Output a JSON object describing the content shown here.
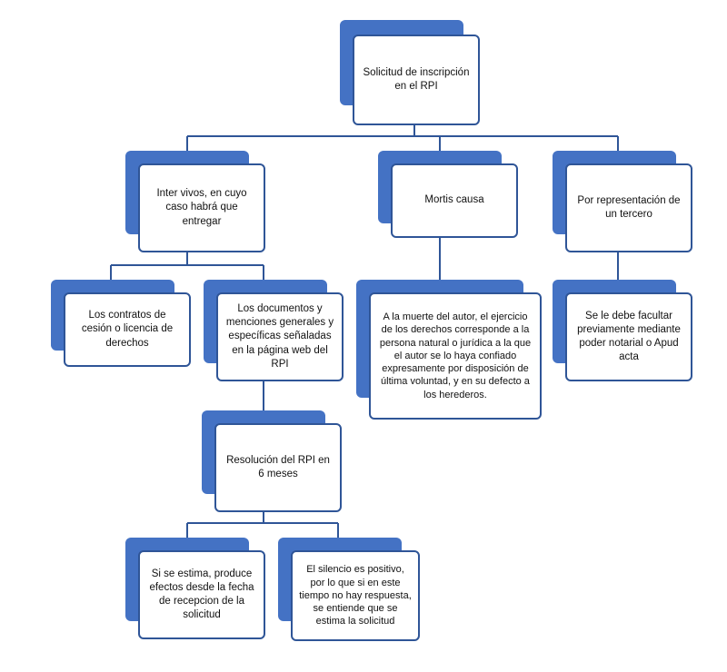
{
  "colors": {
    "accent": "#4472c4",
    "border": "#2f5597",
    "line": "#2f5597"
  },
  "nodes": {
    "root": "Solicitud de inscripción en el RPI",
    "inter_vivos": "Inter vivos, en cuyo caso habrá que entregar",
    "mortis_causa": "Mortis causa",
    "representacion": "Por representación de un tercero",
    "contratos": "Los contratos de cesión o licencia de derechos",
    "documentos": "Los documentos y menciones generales y específicas señaladas en la página web del RPI",
    "muerte_autor": "A la muerte del autor, el ejercicio de los derechos corresponde a la persona natural o jurídica a la que el autor se lo haya confiado expresamente por disposición de última voluntad, y en su defecto a los herederos.",
    "facultar": "Se le debe facultar previamente mediante poder notarial o Apud acta",
    "resolucion": "Resolución del RPI en 6 meses",
    "se_estima": "Si se estima, produce efectos desde la fecha de recepcion de la solicitud",
    "silencio": "El silencio es positivo, por lo que si en este tiempo no hay respuesta, se entiende que se estima la solicitud"
  }
}
